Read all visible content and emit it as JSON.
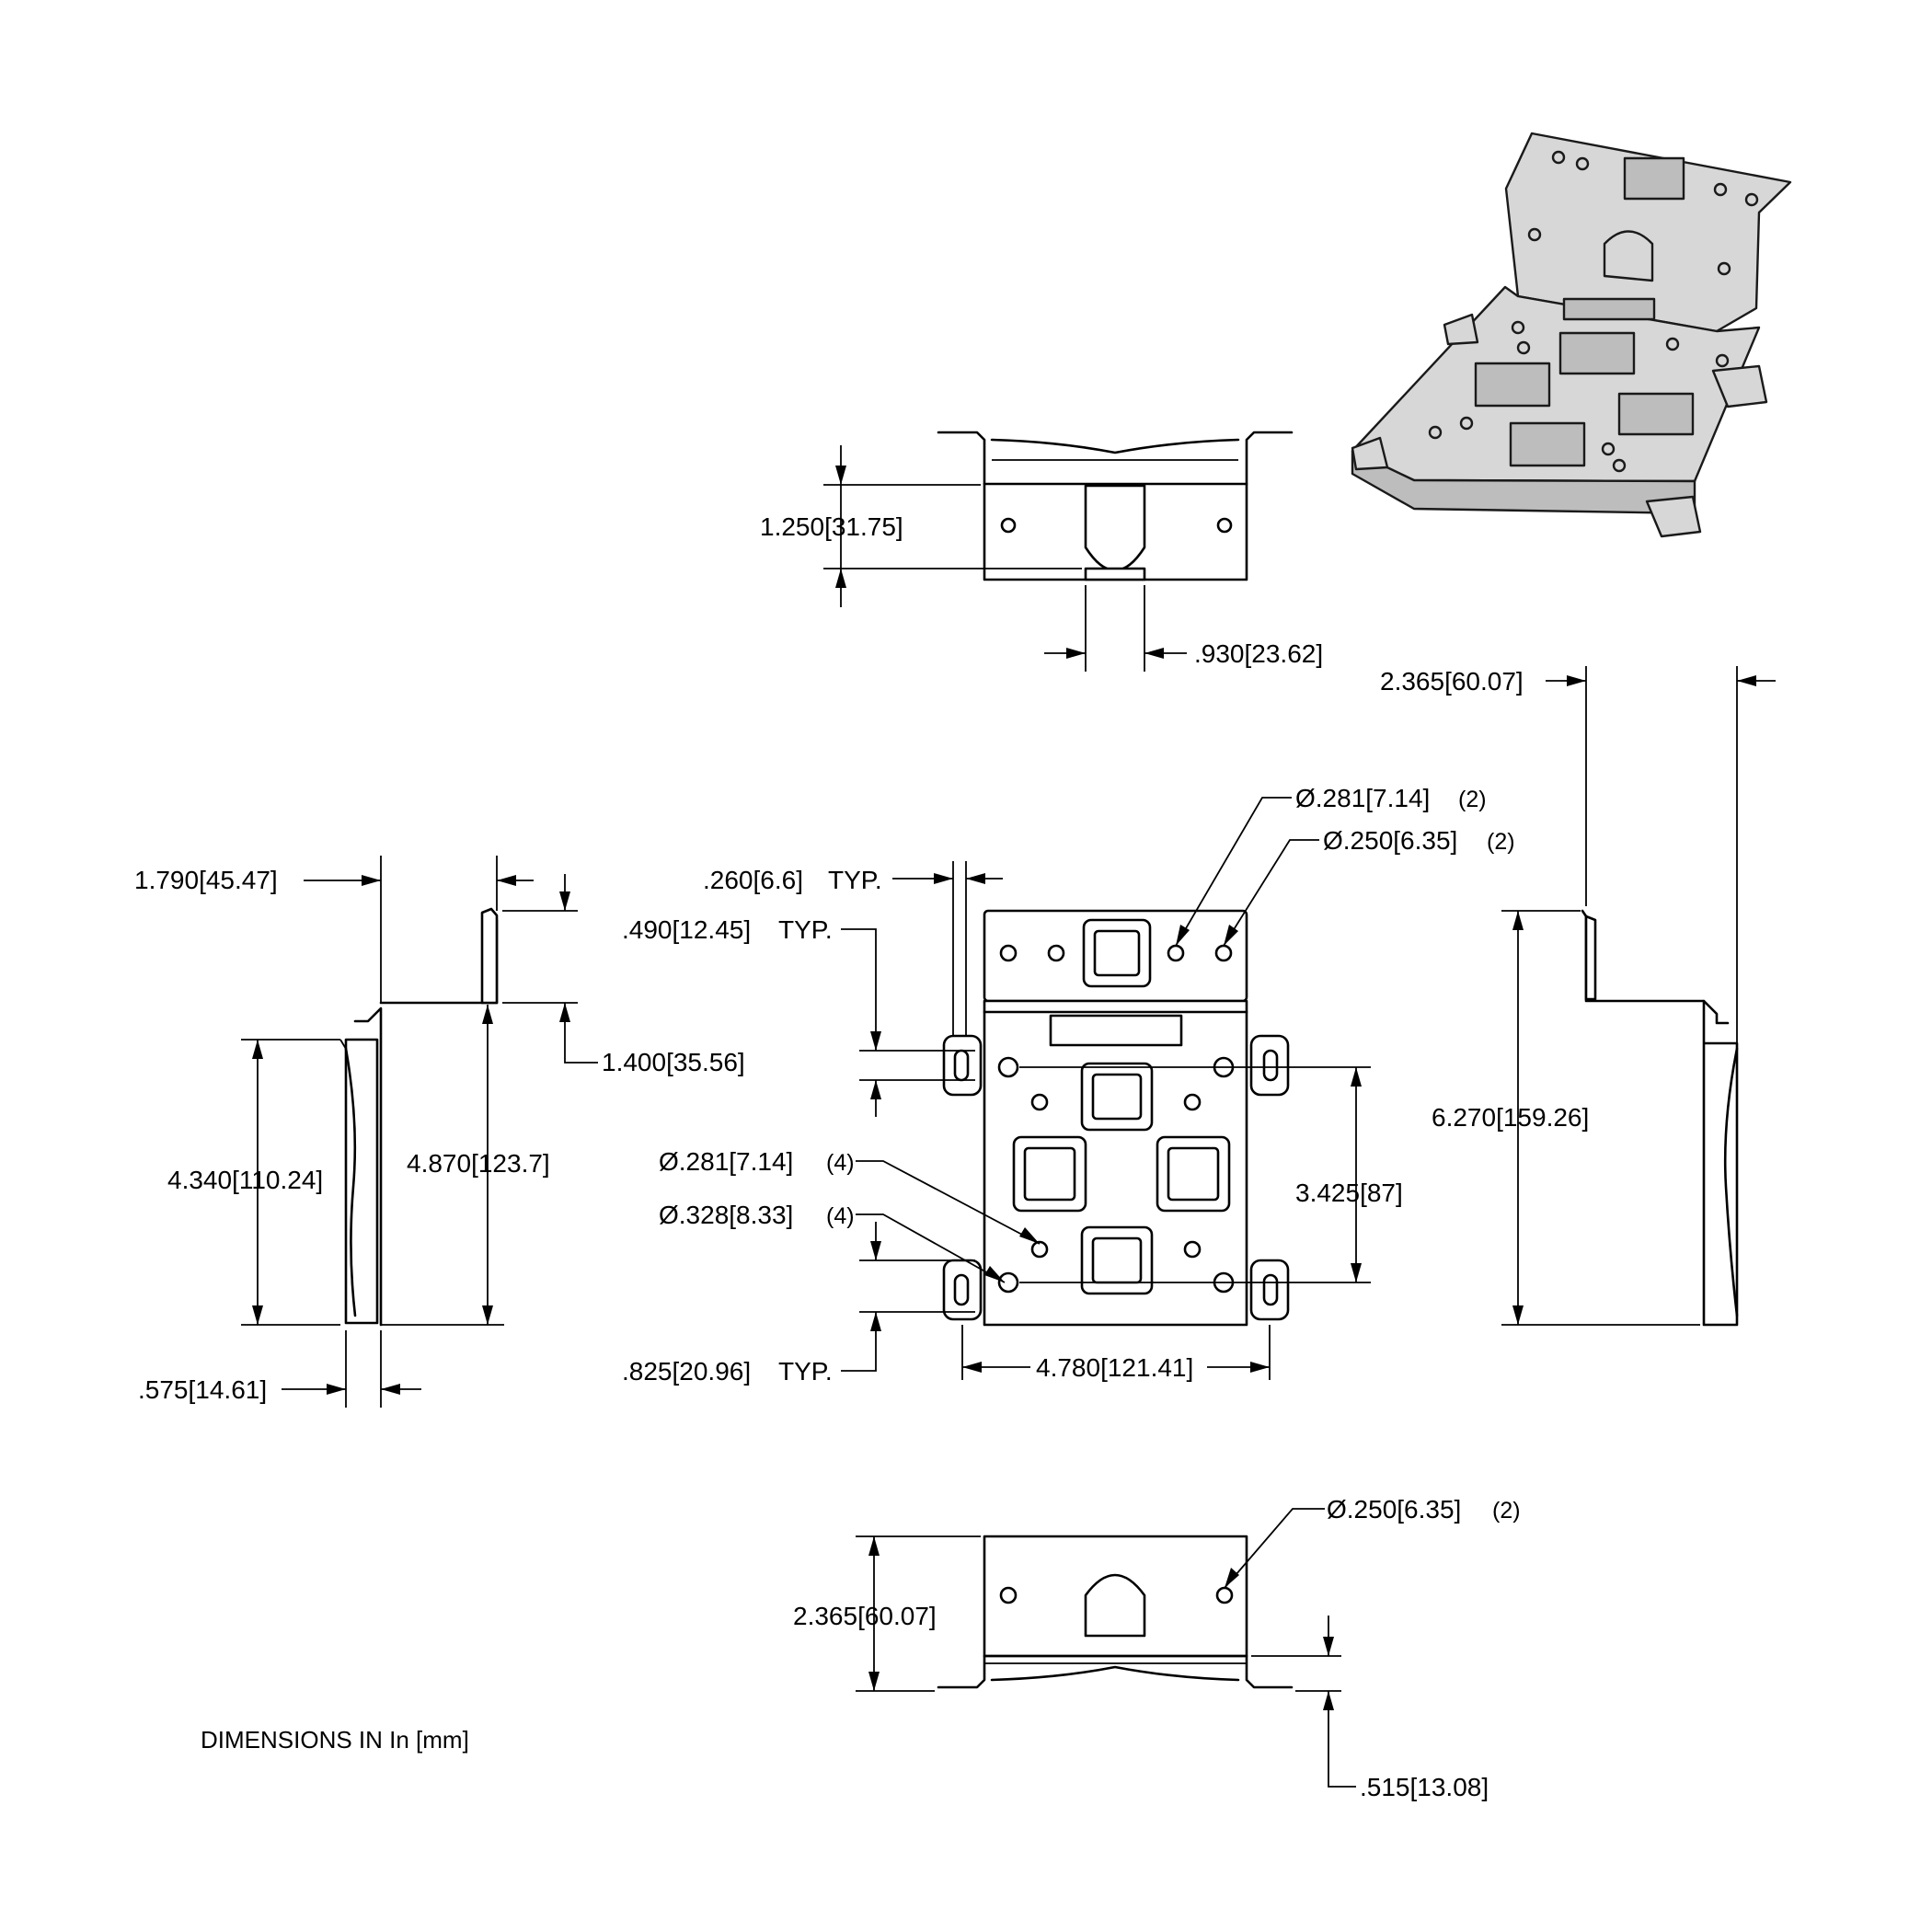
{
  "note": "DIMENSIONS IN In [mm]",
  "dimensions": {
    "top_height": "1.250[31.75]",
    "top_slot_width": ".930[23.62]",
    "right_top_width": "2.365[60.07]",
    "hole_281_2": "Ø.281[7.14]",
    "hole_281_2_qty": "(2)",
    "hole_250_2": "Ø.250[6.35]",
    "hole_250_2_qty": "(2)",
    "left_width": "1.790[45.47]",
    "slot_260": ".260[6.6]",
    "slot_260_typ": "TYP.",
    "slot_490": ".490[12.45]",
    "slot_490_typ": "TYP.",
    "left_flange_1400": "1.400[35.56]",
    "left_4340": "4.340[110.24]",
    "left_4870": "4.870[123.7]",
    "hole_281_4": "Ø.281[7.14]",
    "hole_281_4_qty": "(4)",
    "hole_328_4": "Ø.328[8.33]",
    "hole_328_4_qty": "(4)",
    "center_3425": "3.425[87]",
    "right_6270": "6.270[159.26]",
    "slot_825": ".825[20.96]",
    "slot_825_typ": "TYP.",
    "center_4780": "4.780[121.41]",
    "left_575": ".575[14.61]",
    "bottom_hole_250": "Ø.250[6.35]",
    "bottom_hole_250_qty": "(2)",
    "bottom_2365": "2.365[60.07]",
    "bottom_515": ".515[13.08]"
  }
}
